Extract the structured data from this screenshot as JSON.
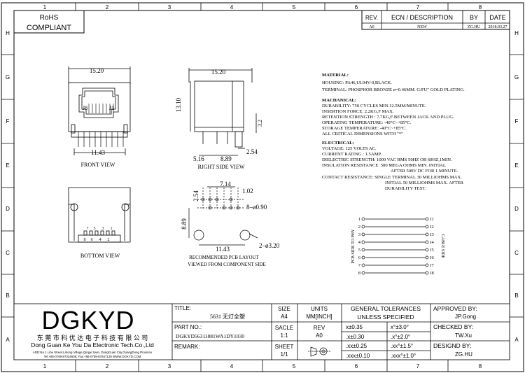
{
  "border": {
    "columns": [
      "1",
      "2",
      "3",
      "4",
      "5",
      "6",
      "7",
      "8"
    ],
    "rows": [
      "H",
      "G",
      "F",
      "E",
      "D",
      "C",
      "B",
      "A"
    ]
  },
  "rohs": {
    "line1": "RoHS",
    "line2": "COMPLIANT"
  },
  "revision": {
    "headers": {
      "rev": "REV.",
      "ecn": "ECN / DESCRIPTION",
      "by": "BY",
      "date": "DATE"
    },
    "row": {
      "rev": "A0",
      "ecn": "NEW",
      "by": "ZG.HU",
      "date": "2018.03.27"
    }
  },
  "views": {
    "front": {
      "title": "FRONT VIEW",
      "width": "15.20",
      "pin_span": "11.43",
      "label_left": "J8",
      "label_right": "J1"
    },
    "right": {
      "title": "RIGHT SIDE VIEW",
      "width": "15.20",
      "height": "13.10",
      "post": "3.2",
      "d1": "5.16",
      "d2": "8.89",
      "d3": "2.54"
    },
    "bottom": {
      "title": "BOTTOM VIEW",
      "pins_top": [
        "7",
        "5",
        "3",
        "1"
      ],
      "pins_bottom": [
        "8",
        "6",
        "4",
        "2"
      ]
    },
    "pcb": {
      "title1": "RECOMMENDED PCB LAYOUT",
      "title2": "VIEWED FROM COMPONENT SIDE",
      "d_pitch_v": "2.54",
      "d_span": "7.14",
      "d_pitch_h": "1.02",
      "d_hole": "8–ø0.90",
      "d_vert": "8.89",
      "d_post": "2–ø3.20",
      "d_width": "11.43"
    }
  },
  "specs": {
    "material_heading": "MATERIAL:",
    "material": [
      "HOUSING: PA46,UL94V-0,BLACK.",
      "TERMINAL: PHOSPHOR BRONZE ø=0.46MM. G/FU\" GOLD PLATING."
    ],
    "mechanical_heading": "MACHANICAL:",
    "mechanical": [
      "DURABILITY: 750 CYCLES MIN.12.5MM/MINUTE.",
      "INSERTION FORCE: 2.2KG,F MAX.",
      "RETENTION STRENGTH : 7.7KG,F BETWEEN JACK AND PLUG.",
      "OPERATING TEMPERATURE: -40°C~+85°C.",
      "STORAGE TEMPERATURE: -40°C~+85°C.",
      "ALL CRITICAL DIMENSIONS WITH \"*\""
    ],
    "electrical_heading": "ELECTRICAL:",
    "electrical": [
      "VOLTAGE: 125 VOLTS AC.",
      "CURRENT RATING : 1.5AMP.",
      "DIELECTRIC STRENGTH: 1000 VAC RMS 50HZ OR 60HZ,1MIN.",
      "INSULATION RESISTANCE: 500 MEGA OHMS MIN. INITIAL",
      "AFTER 500V DC FOR 1 MINUTE.",
      "CONTACT RESISTANCE: SINGLE TERMINAL 30 MILLIOHMS MAX.",
      "INITIAL 50 MILLIOHMS MAX. AFTER",
      "DURABILITY TEST."
    ]
  },
  "schematic": {
    "left_label": "PCB SIDE TO PHY",
    "right_label": "CABLE SIDE",
    "left_pins": [
      "1",
      "2",
      "3",
      "4",
      "5",
      "6",
      "7",
      "8"
    ],
    "right_pins": [
      "J1",
      "J2",
      "J3",
      "J4",
      "J5",
      "J6",
      "J7",
      "J8"
    ]
  },
  "title_block": {
    "logo": "DGKYD",
    "company_cn": "东 莞 市 科 优 达 电 子 科 技 有 限 公 司",
    "company_en": "Dong Guan Ke You Da Electronic Tech.Co.,Ltd",
    "address1": "ADD:No.1 Lihe Street,Lihong Village,Qingxi town, DongGuan City,GuangDong Province",
    "address2": "Tel:+86-0769-87334608; Fax:+86-0769-87847129 WWW.DGKYD.COM",
    "title_label": "TITLE:",
    "title_value": "5631 无灯全塑",
    "part_label": "PART NO.:",
    "part_value": "DGKYD56311881WA1DY1030",
    "remark_label": "REMARK:",
    "size_label": "SIZE",
    "size_value": "A4",
    "units_label": "UNITS",
    "units_value": "MM[INCH]",
    "scale_label": "SACLE",
    "scale_value": "1:1",
    "rev_label": "REV",
    "rev_value": "A0",
    "sheet_label": "SHEET",
    "sheet_value": "1/1",
    "tol_heading1": "GENERAL TOLERANCES",
    "tol_heading2": "UNLESS SPECIFIED",
    "tolerances": [
      [
        "x±0.35",
        "x°±3.0°"
      ],
      [
        ".x±0.30",
        ".x°±2.0°"
      ],
      [
        ".xx±0.25",
        ".xx°±1.5°"
      ],
      [
        ".xxx±0.10",
        ".xxx°±1.0°"
      ]
    ],
    "approved_label": "APPROVED BY:",
    "approved_value": "JP.Gong",
    "checked_label": "CHECKED BY:",
    "checked_value": "TW.Xu",
    "designed_label": "DESIGND BY:",
    "designed_value": "ZG.HU"
  }
}
